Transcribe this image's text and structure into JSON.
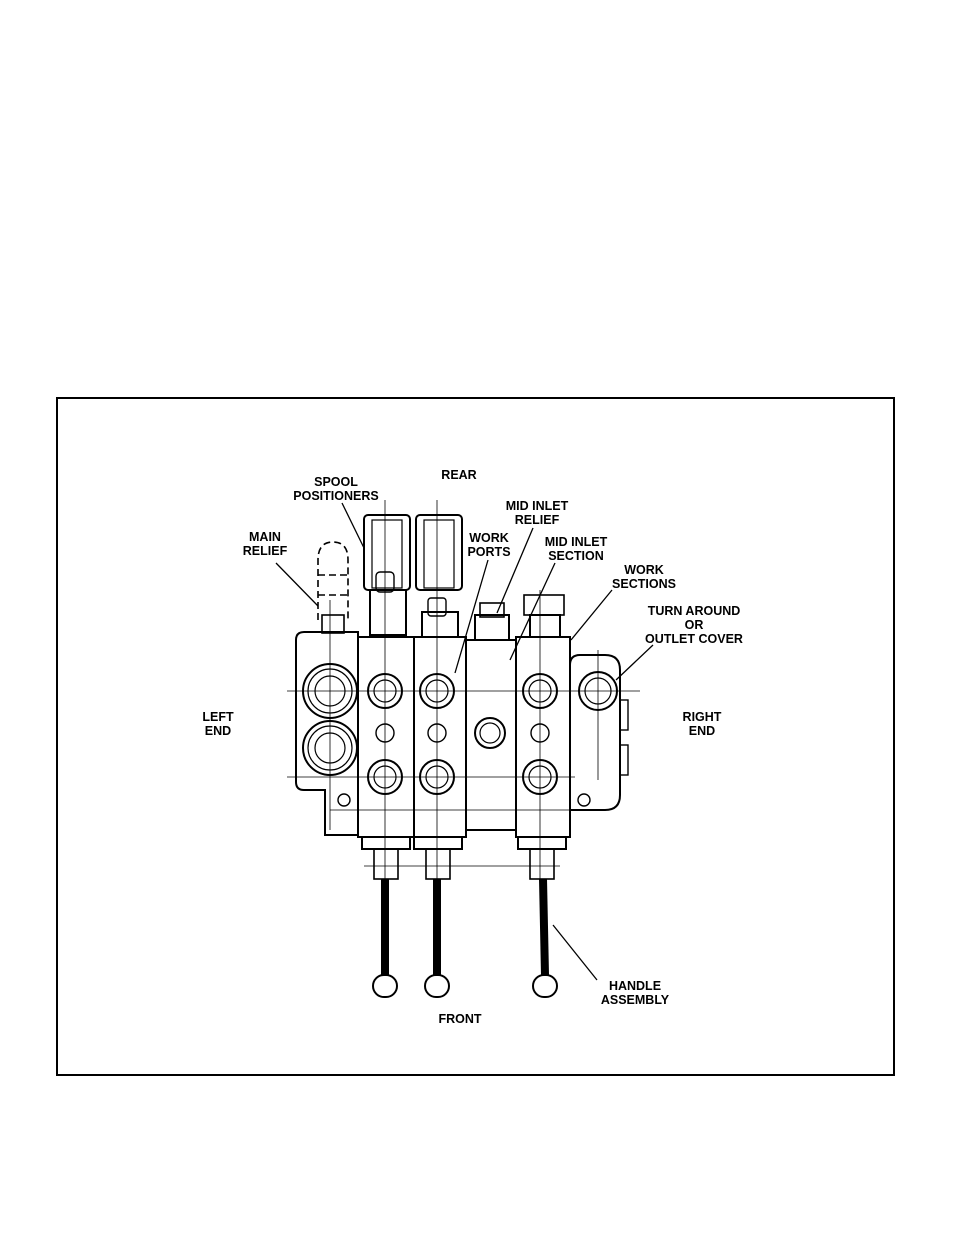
{
  "figure": {
    "labels": {
      "rear": "REAR",
      "front": "FRONT",
      "left_end": [
        "LEFT",
        "END"
      ],
      "right_end": [
        "RIGHT",
        "END"
      ],
      "spool_positioners": [
        "SPOOL",
        "POSITIONERS"
      ],
      "main_relief": [
        "MAIN",
        "RELIEF"
      ],
      "work_ports": [
        "WORK",
        "PORTS"
      ],
      "mid_inlet_relief": [
        "MID INLET",
        "RELIEF"
      ],
      "mid_inlet_section": [
        "MID INLET",
        "SECTION"
      ],
      "work_sections": [
        "WORK",
        "SECTIONS"
      ],
      "turn_around": [
        "TURN AROUND",
        "OR",
        "OUTLET COVER"
      ],
      "handle_assembly": [
        "HANDLE",
        "ASSEMBLY"
      ]
    }
  }
}
